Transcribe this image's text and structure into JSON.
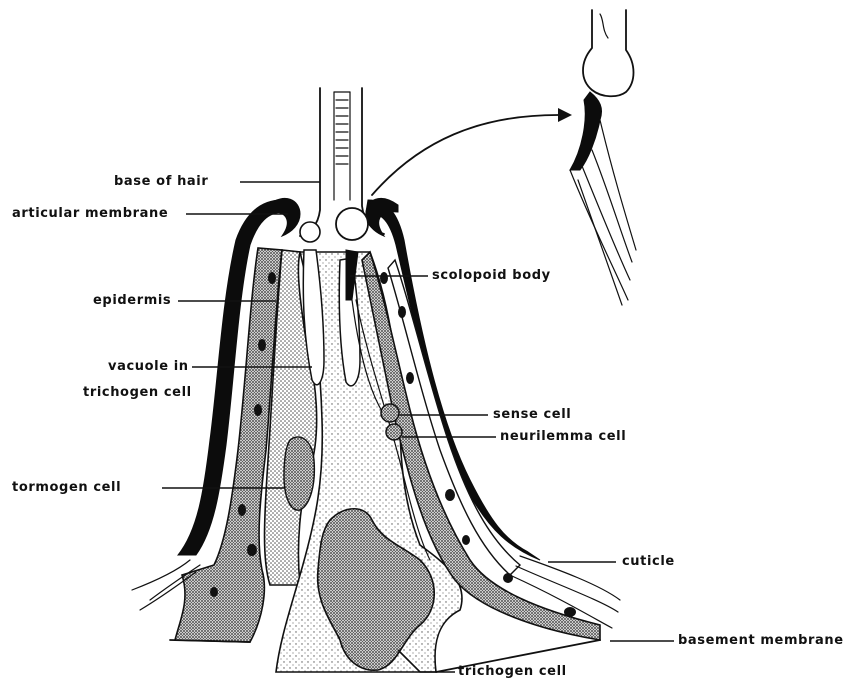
{
  "labels": {
    "base_of_hair": "base of hair",
    "articular_membrane": "articular membrane",
    "epidermis": "epidermis",
    "vacuole_line1": "vacuole in",
    "vacuole_line2": "trichogen cell",
    "tormogen_cell": "tormogen cell",
    "scolopoid_body": "scolopoid body",
    "sense_cell": "sense cell",
    "neurilemma_cell": "neurilemma cell",
    "cuticle": "cuticle",
    "basement_membrane": "basement membrane",
    "trichogen_cell": "trichogen cell"
  }
}
